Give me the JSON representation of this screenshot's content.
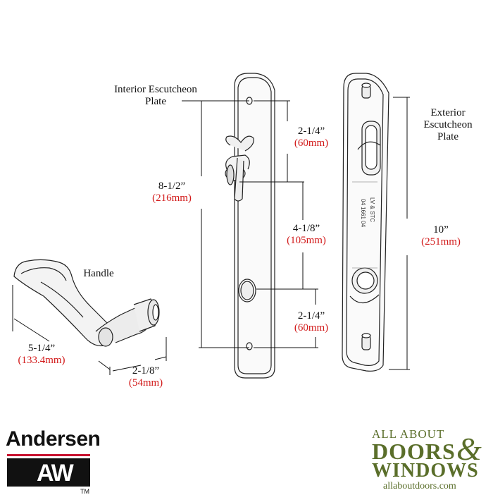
{
  "labels": {
    "interior_line1": "Interior Escutcheon",
    "interior_line2": "Plate",
    "exterior_line1": "Exterior",
    "exterior_line2": "Escutcheon",
    "exterior_line3": "Plate",
    "handle": "Handle"
  },
  "dimensions": {
    "overall_interior": {
      "imperial": "8-1/2”",
      "metric": "(216mm)"
    },
    "top_offset": {
      "imperial": "2-1/4”",
      "metric": "(60mm)"
    },
    "center_spacing": {
      "imperial": "4-1/8”",
      "metric": "(105mm)"
    },
    "bottom_offset": {
      "imperial": "2-1/4”",
      "metric": "(60mm)"
    },
    "exterior_length": {
      "imperial": "10”",
      "metric": "(251mm)"
    },
    "handle_length": {
      "imperial": "5-1/4”",
      "metric": "(133.4mm)"
    },
    "handle_projection": {
      "imperial": "2-1/8”",
      "metric": "(54mm)"
    }
  },
  "plate_markings": [
    "LV & STC",
    "04 1661 04"
  ],
  "brand_left": {
    "name": "Andersen",
    "mark": "AW",
    "tm": "TM"
  },
  "brand_right": {
    "line1": "ALL ABOUT",
    "line2": "DOORS",
    "amp": "&",
    "line3": "WINDOWS",
    "url": "allaboutdoors.com"
  },
  "colors": {
    "metric_red": "#d21a1a",
    "brand_green": "#5a6e2a",
    "andersen_red": "#c8102e"
  }
}
